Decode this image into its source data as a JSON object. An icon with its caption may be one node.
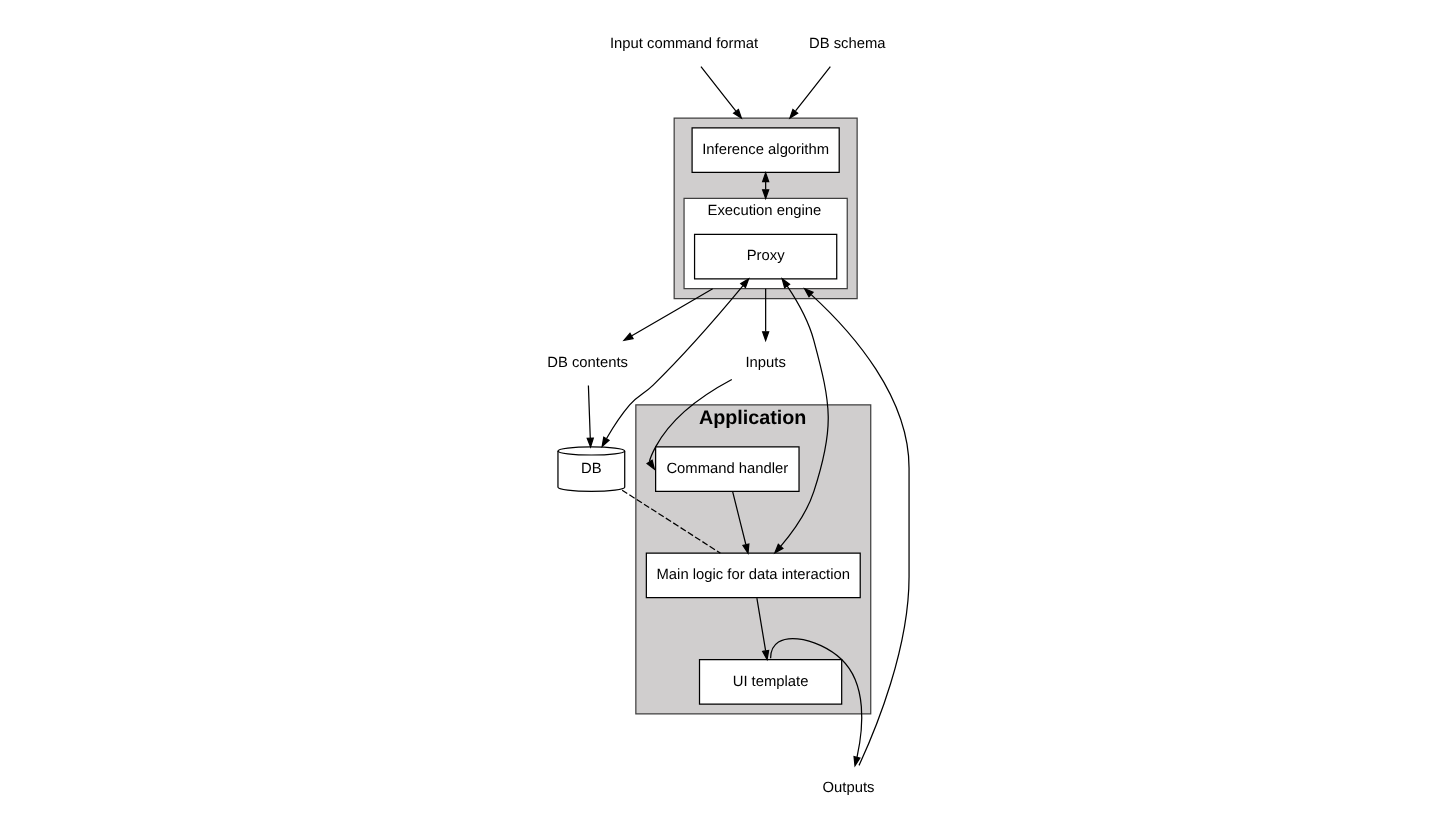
{
  "diagram": {
    "nodes": [
      {
        "text": [],
        "shape": "box"
      },
      {
        "text": [
          "Inference algorithm"
        ],
        "in": 0
      },
      {
        "text": [
          "Execution engine"
        ],
        "in": 0
      },
      {
        "text": [
          "Proxy"
        ],
        "in": 2
      },
      {
        "text": [
          "Input command format"
        ]
      },
      {
        "text": [
          "DB schema"
        ]
      },
      {
        "text": [
          "DB contents"
        ]
      },
      {
        "text": [
          "Inputs"
        ]
      },
      {
        "text": [
          "Application"
        ]
      },
      {
        "text": [
          "Command handler"
        ],
        "in": 8
      },
      {
        "text": [
          "Main logic for data interaction"
        ],
        "in": 8
      },
      {
        "text": [
          "UI template"
        ],
        "in": 8
      },
      {
        "text": [
          "Outputs"
        ]
      },
      {
        "text": [
          "DB"
        ]
      }
    ],
    "edges": [
      {
        "from": 4,
        "to": 0,
        "arrow": "to"
      },
      {
        "from": 5,
        "to": 0,
        "arrow": "to"
      },
      {
        "from": 1,
        "to": 2,
        "arrow": "both"
      },
      {
        "from": 2,
        "to": 6,
        "arrow": "to"
      },
      {
        "from": 2,
        "to": 7,
        "arrow": "to"
      },
      {
        "from": 3,
        "to": 13,
        "arrow": "both"
      },
      {
        "from": 3,
        "to": 10,
        "arrow": "both"
      },
      {
        "from": 6,
        "to": 13,
        "arrow": "to"
      },
      {
        "from": 7,
        "to": 9,
        "arrow": "to"
      },
      {
        "from": 9,
        "to": 10,
        "arrow": "to"
      },
      {
        "from": 13,
        "to": 10,
        "arrow": "none",
        "style": "dashed"
      },
      {
        "from": 10,
        "to": 11,
        "arrow": "to"
      },
      {
        "from": 11,
        "to": 12,
        "arrow": "to"
      },
      {
        "from": 12,
        "to": 2,
        "arrow": "to"
      }
    ]
  }
}
